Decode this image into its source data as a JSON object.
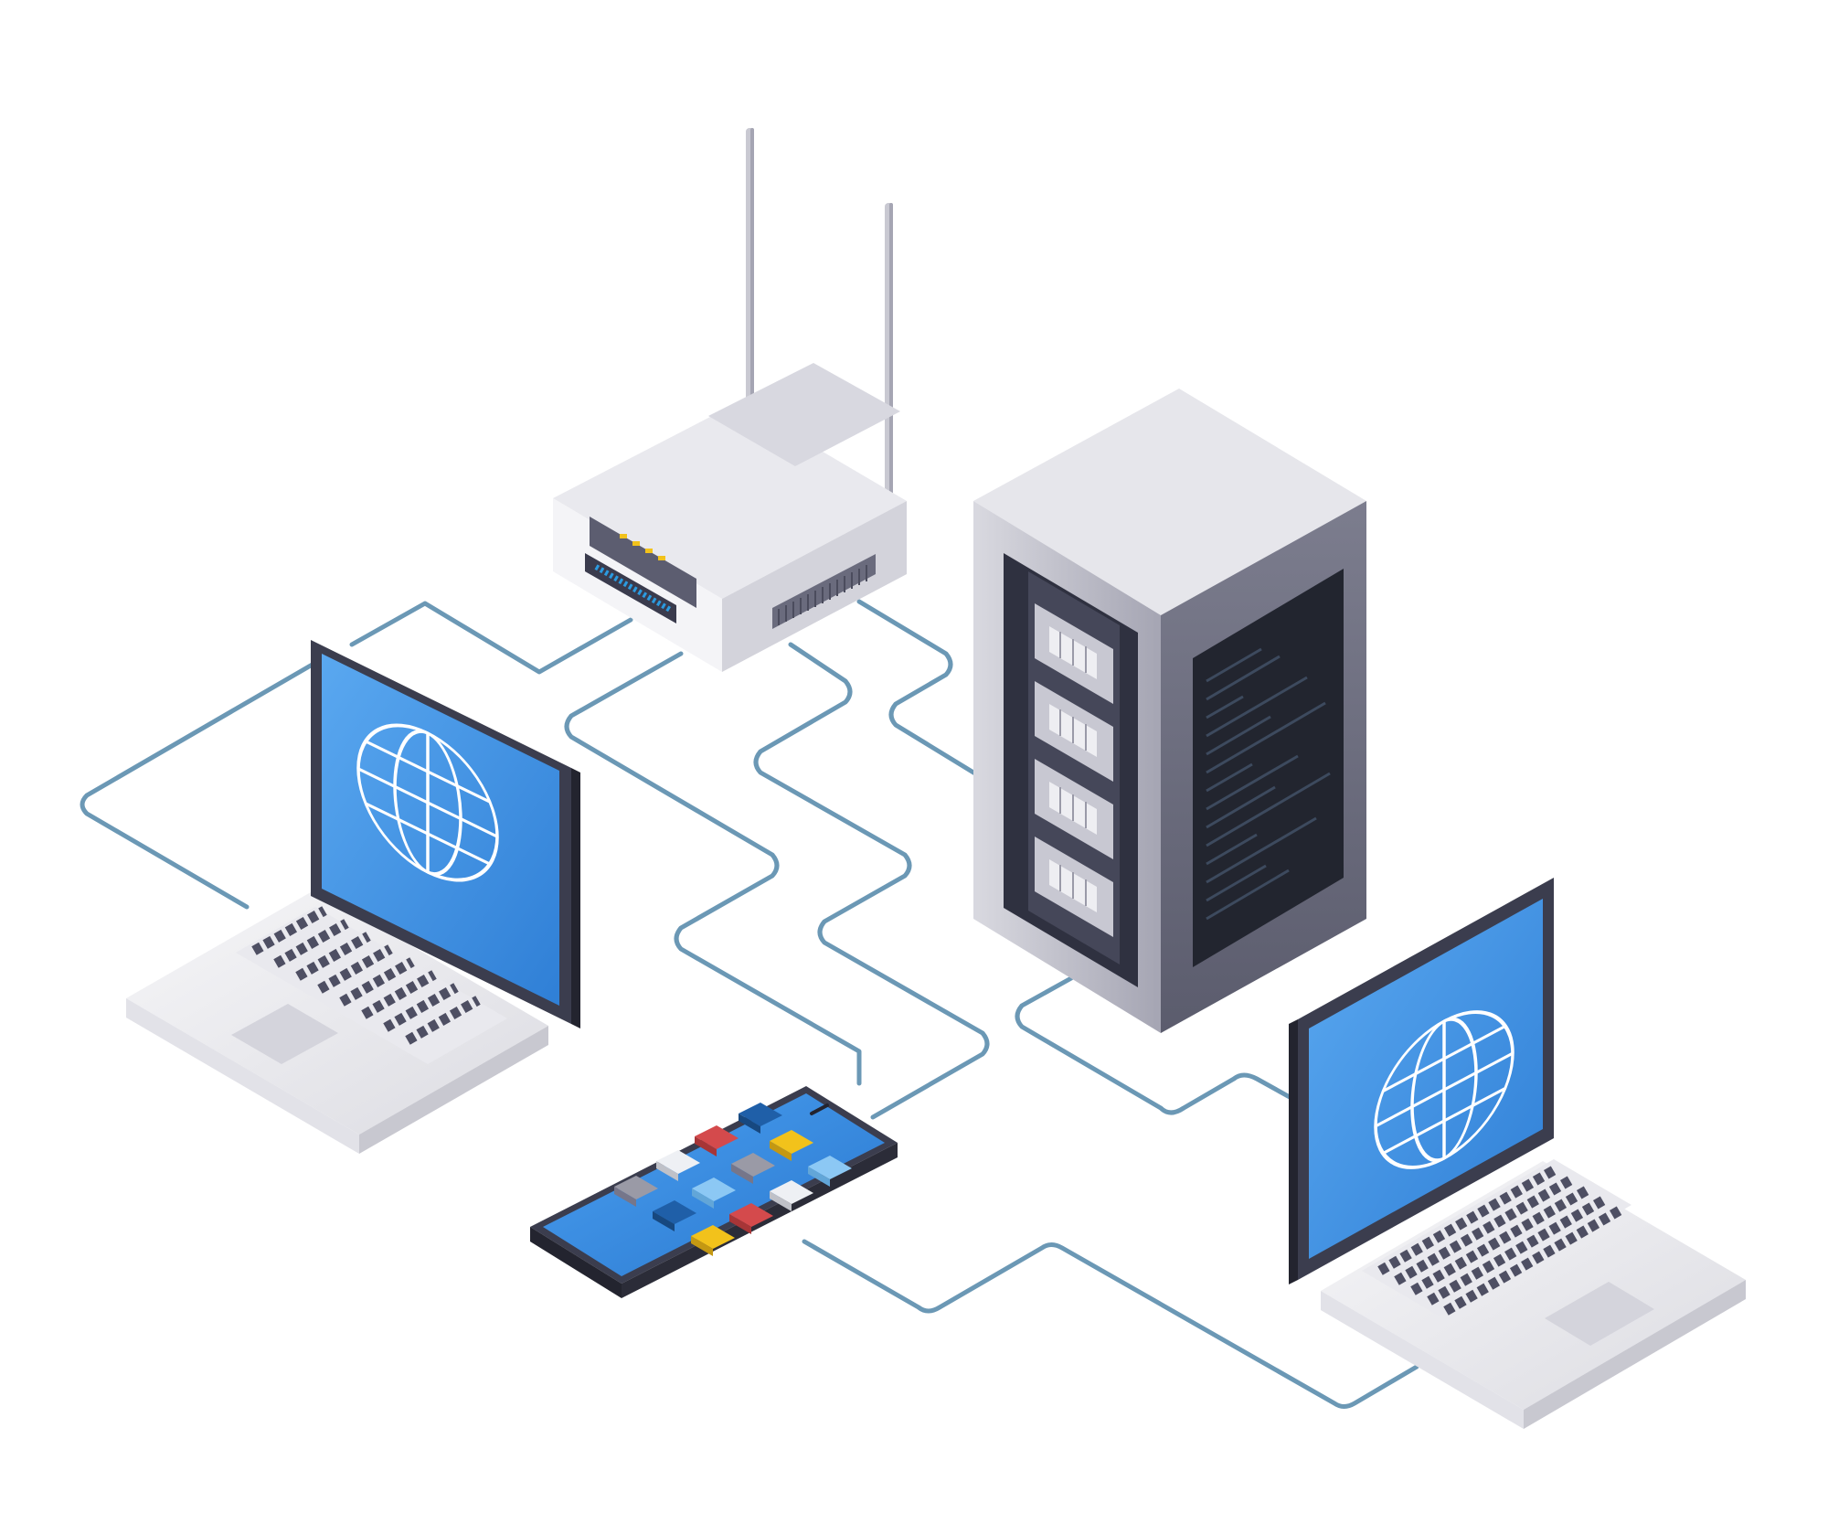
{
  "colors": {
    "background": "#ffffff",
    "cable": "#6b98b5",
    "screen": "#3c8ee3",
    "screen_light": "#5aa8f0",
    "device_light": "#f1f1f4",
    "device_mid": "#d8d8de",
    "device_dark": "#9c9cab",
    "server_front": "#2a2d3a",
    "key": "#4e4f63",
    "led_yellow": "#f2c21b",
    "led_blue": "#2b9be0",
    "app_red": "#d44a4c",
    "app_yellow": "#f2c21b",
    "app_gray": "#9a9aa6",
    "app_white": "#eef0f4",
    "app_navy": "#2d6fb8",
    "app_lightblue": "#8cc8f4"
  },
  "diagram": {
    "nodes": [
      {
        "id": "router",
        "icon": "wifi-router-icon"
      },
      {
        "id": "server",
        "icon": "server-rack-icon"
      },
      {
        "id": "laptop-left",
        "icon": "laptop-icon",
        "screen_icon": "globe-icon"
      },
      {
        "id": "laptop-right",
        "icon": "laptop-icon",
        "screen_icon": "globe-icon"
      },
      {
        "id": "smartphone",
        "icon": "smartphone-icon",
        "app_count": 12
      }
    ],
    "edges": [
      {
        "from": "router",
        "to": "laptop-left"
      },
      {
        "from": "router",
        "to": "smartphone"
      },
      {
        "from": "router",
        "to": "smartphone"
      },
      {
        "from": "router",
        "to": "server"
      },
      {
        "from": "server",
        "to": "laptop-right"
      },
      {
        "from": "smartphone",
        "to": "laptop-right"
      },
      {
        "from": "laptop-left",
        "to": "laptop-left"
      }
    ]
  }
}
